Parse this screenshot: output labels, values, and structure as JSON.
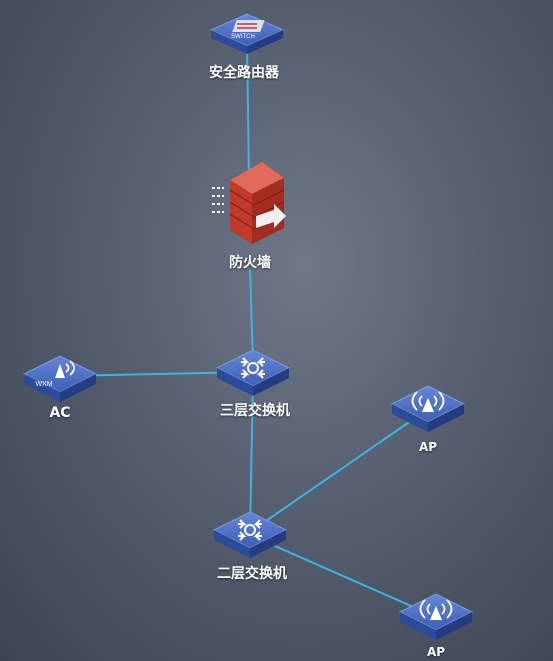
{
  "colors": {
    "link": "#3fb4e0",
    "device_top": "#4f6fc4",
    "device_side": "#2c4b99",
    "device_front": "#233d80",
    "firewall_brick": "#c0392b"
  },
  "nodes": {
    "router": {
      "label": "安全路由器",
      "badge": "SWITCH",
      "icon": "router-icon"
    },
    "firewall": {
      "label": "防火墙",
      "icon": "firewall-icon"
    },
    "l3switch": {
      "label": "三层交换机",
      "icon": "switch-icon"
    },
    "ac": {
      "label": "AC",
      "badge": "WXM",
      "icon": "wireless-controller-icon"
    },
    "ap1": {
      "label": "AP",
      "icon": "access-point-icon"
    },
    "l2switch": {
      "label": "二层交换机",
      "icon": "switch-icon"
    },
    "ap2": {
      "label": "AP",
      "icon": "access-point-icon"
    }
  }
}
